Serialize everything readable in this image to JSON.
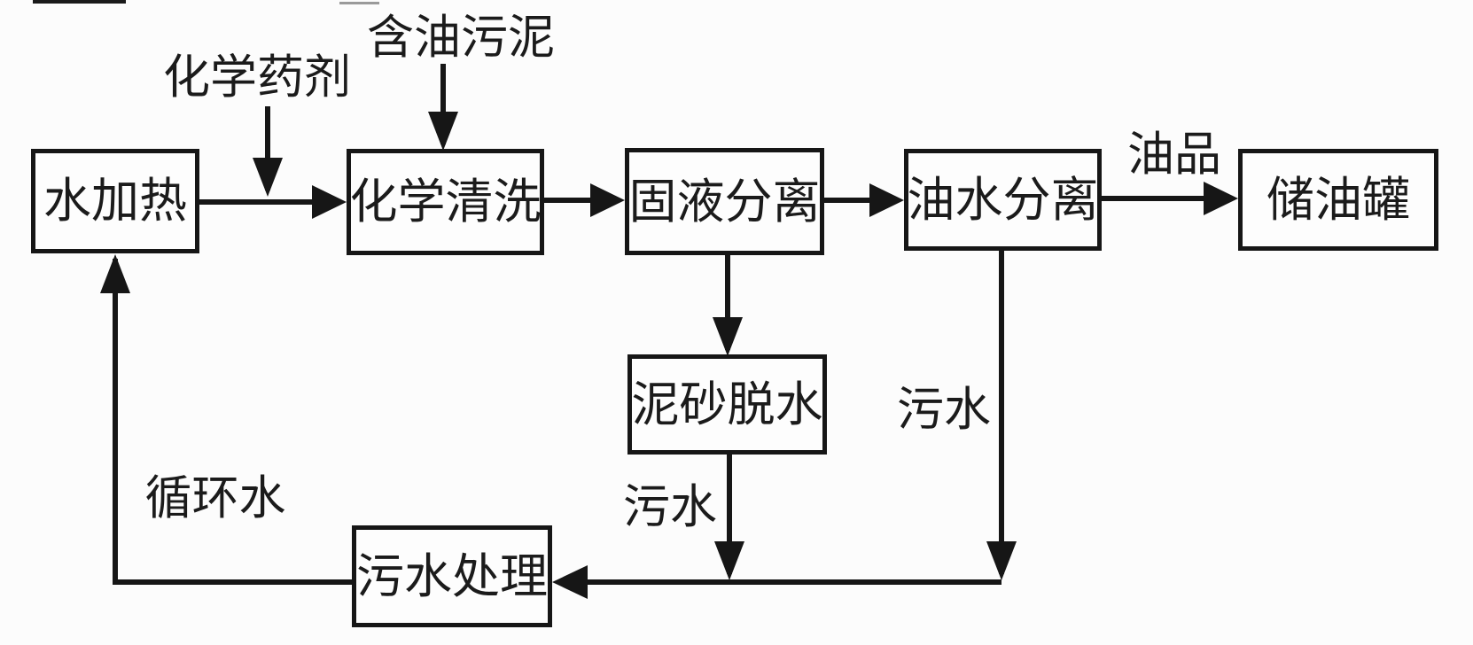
{
  "diagram": {
    "background_color": "#fcfcfc",
    "line_color": "#161616",
    "text_color": "#1b1b1b",
    "nodes": {
      "water_heating": "水加热",
      "chemical_cleaning": "化学清洗",
      "solid_liquid_separation": "固液分离",
      "oil_water_separation": "油水分离",
      "oil_storage_tank": "储油罐",
      "sand_dewatering": "泥砂脱水",
      "wastewater_treatment": "污水处理"
    },
    "flow_labels": {
      "chemical_agent": "化学药剂",
      "oily_sludge": "含油污泥",
      "oil_product": "油品",
      "wastewater_from_sand": "污水",
      "wastewater_from_oil_water": "污水",
      "circulating_water": "循环水"
    }
  }
}
